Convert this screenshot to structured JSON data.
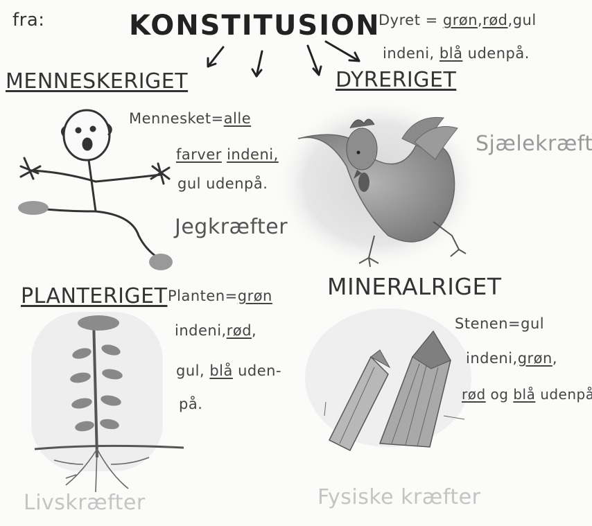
{
  "header": {
    "corner_fragment": "fra:",
    "title": "KONSTITUSION"
  },
  "kingdoms": {
    "human": {
      "label": "MENNESKERIGET",
      "note": {
        "subject": "Mennesket=",
        "word_all": "alle",
        "word_colors": "farver",
        "word_inside": "indeni,",
        "rest": "gul udenpå."
      },
      "force": "Jegkræfter"
    },
    "animal": {
      "label": "DYRERIGET",
      "note": {
        "subject": "Dyret =",
        "green": "grøn",
        "red": "rød",
        "yellow": "gul",
        "inside": "indeni,",
        "blue": "blå",
        "outside": "udenpå."
      },
      "force": "Sjælekræfter"
    },
    "plant": {
      "label": "PLANTERIGET",
      "note": {
        "subject": "Planten=",
        "green": "grøn",
        "inside": "indeni,",
        "red": "rød",
        "yellow": "gul,",
        "blue": "blå",
        "outside_1": "uden-",
        "outside_2": "på."
      },
      "force": "Livskræfter"
    },
    "mineral": {
      "label": "MINERALRIGET",
      "note": {
        "subject": "Stenen=",
        "yellow": "gul",
        "inside": "indeni,",
        "green": "grøn",
        "red": "rød",
        "and": "og",
        "blue": "blå",
        "outside": "udenpå"
      },
      "force": "Fysiske kræfter"
    }
  },
  "colors": {
    "ink": "#2b2b2b",
    "pencil_gray": "#8a8a8a",
    "faint": "#c4c4c4",
    "paper": "#fbfbfa"
  }
}
